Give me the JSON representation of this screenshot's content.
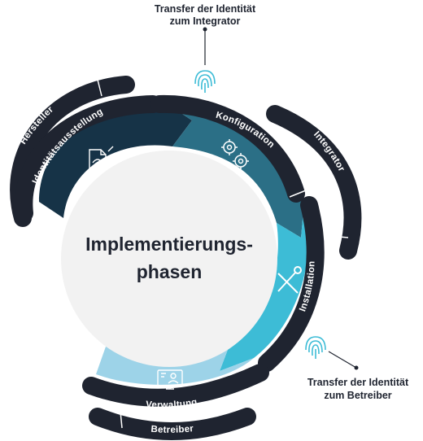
{
  "diagram": {
    "center_title_line1": "Implementierungs-",
    "center_title_line2": "phasen",
    "phases": [
      {
        "label": "Identitätsausstellung",
        "icon": "document-fingerprint-icon",
        "color": "#163347"
      },
      {
        "label": "Konfiguration",
        "icon": "gears-icon",
        "color": "#2b6f86"
      },
      {
        "label": "Installation",
        "icon": "tools-icon",
        "color": "#3dbcd6"
      },
      {
        "label": "Verwaltung",
        "icon": "monitor-user-icon",
        "color": "#9dd3e8"
      }
    ],
    "roles": [
      {
        "label": "Hersteller"
      },
      {
        "label": "Integrator"
      },
      {
        "label": "Betreiber"
      }
    ],
    "transfers": [
      {
        "line1": "Transfer der Identität",
        "line2": "zum Integrator",
        "icon": "fingerprint-icon"
      },
      {
        "line1": "Transfer der Identität",
        "line2": "zum Betreiber",
        "icon": "fingerprint-icon"
      }
    ],
    "colors": {
      "band": "#1f2430",
      "center": "#f2f2f2",
      "accent": "#3dbcd6"
    }
  }
}
